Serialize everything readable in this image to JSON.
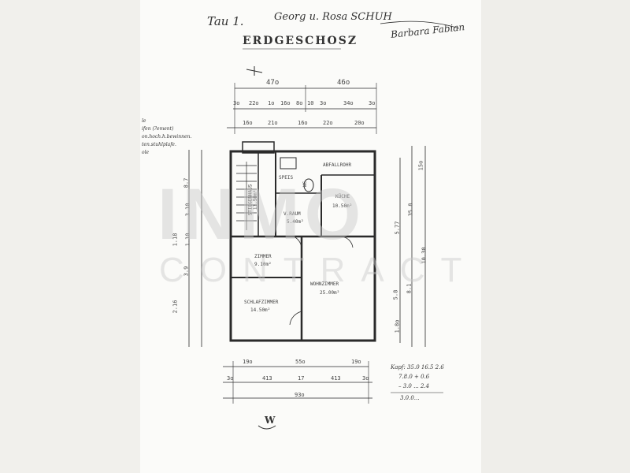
{
  "header": {
    "tab": "Tau 1.",
    "owners": "Georg u. Rosa SCHUH",
    "signature": "Barbara Fabian",
    "floor": "ERDGESCHOSZ"
  },
  "left_notes": [
    "le",
    "ifen (?ement)",
    "on.hoch.h.bewinnen.",
    "ten.stuhlplafe.",
    "ole"
  ],
  "dims_top_total": [
    "47o",
    "46o"
  ],
  "dims_top_row1": [
    "3o",
    "22o",
    "1o",
    "16o",
    "8o",
    "10",
    "3o",
    "34o",
    "3o"
  ],
  "dims_top_row2": [
    "16o",
    "21o",
    "16o",
    "22o",
    "20o"
  ],
  "dims_left": [
    "8.7",
    "3.10",
    "1.10",
    "3.9",
    "1.18",
    "2.16"
  ],
  "dims_right": [
    "15o",
    "35.8",
    "10.30",
    "8.1",
    "5.77",
    "5.8",
    "1.8o"
  ],
  "dims_bottom_row1": [
    "19o",
    "55o",
    "19o"
  ],
  "dims_bottom_row2": [
    "3o",
    "413",
    "17",
    "413",
    "3o"
  ],
  "dims_bottom_total": "93o",
  "rooms": [
    {
      "name": "STIEGENHAUS",
      "area": "11.50m²"
    },
    {
      "name": "SPEIS",
      "area": ""
    },
    {
      "name": "WC",
      "area": ""
    },
    {
      "name": "V.RAUM",
      "area": "5.40m²"
    },
    {
      "name": "KÜCHE",
      "area": "10.50m²"
    },
    {
      "name": "ZIMMER",
      "area": "9.10m²"
    },
    {
      "name": "WOHNZIMMER",
      "area": "25.00m²"
    },
    {
      "name": "SCHLAFZIMMER",
      "area": "14.50m²"
    }
  ],
  "abfallrohr_label": "ABFALLROHR",
  "calc_lines": [
    "Kapf: 35.0 16.5 2.6",
    "7.8.0 + 0.6",
    "– 3.0 ... 2.4",
    "3.0.0..."
  ],
  "compass_label": "W",
  "watermark": {
    "line1": "INMO",
    "line2": "CONTRACT"
  },
  "colors": {
    "paper": "#fbfbf9",
    "ink": "#2a2a2a",
    "background": "#ecebe6"
  }
}
